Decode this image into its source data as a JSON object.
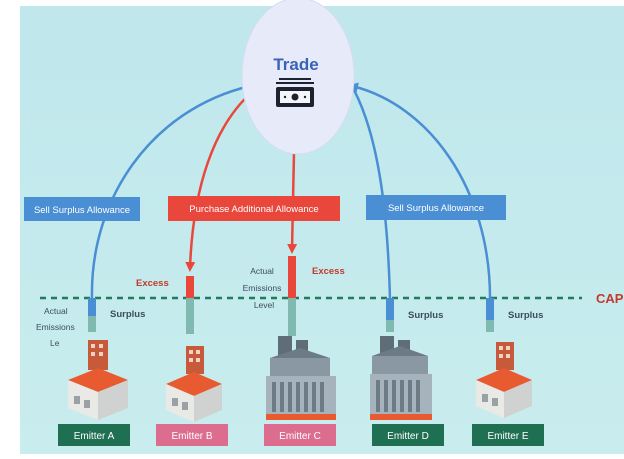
{
  "diagram": {
    "center_label": "Trade",
    "action_labels": {
      "left": "Sell Surplus Allowance",
      "middle": "Purchase Additional Allowance",
      "right": "Sell Surplus Allowance"
    },
    "cap_label": "CAP",
    "actual_emissions_left": [
      "Actual",
      "Emissions",
      "Le"
    ],
    "actual_emissions_mid": [
      "Actual",
      "Emissions",
      "Level"
    ],
    "bar_labels": {
      "surplus_a": "Surplus",
      "excess_b": "Excess",
      "excess_c": "Excess",
      "surplus_d": "Surplus",
      "surplus_e": "Surplus"
    },
    "emitters": [
      {
        "label": "Emitter A",
        "role": "seller"
      },
      {
        "label": "Emitter B",
        "role": "buyer"
      },
      {
        "label": "Emitter C",
        "role": "buyer"
      },
      {
        "label": "Emitter D",
        "role": "seller"
      },
      {
        "label": "Emitter E",
        "role": "seller"
      }
    ],
    "icons": {
      "trade": "cash-icon",
      "factory": "factory-icon"
    },
    "colors": {
      "background": "#c4eaed",
      "sell_blue": "#4a8ed4",
      "buy_red": "#e9473c",
      "emitter_green": "#1f6f53",
      "emitter_pink": "#dc6d8e",
      "cap_line": "#227b5c",
      "trade_bubble": "#e7eaf9",
      "trade_text": "#3a63b8",
      "excess_text": "#c23a2e"
    }
  }
}
